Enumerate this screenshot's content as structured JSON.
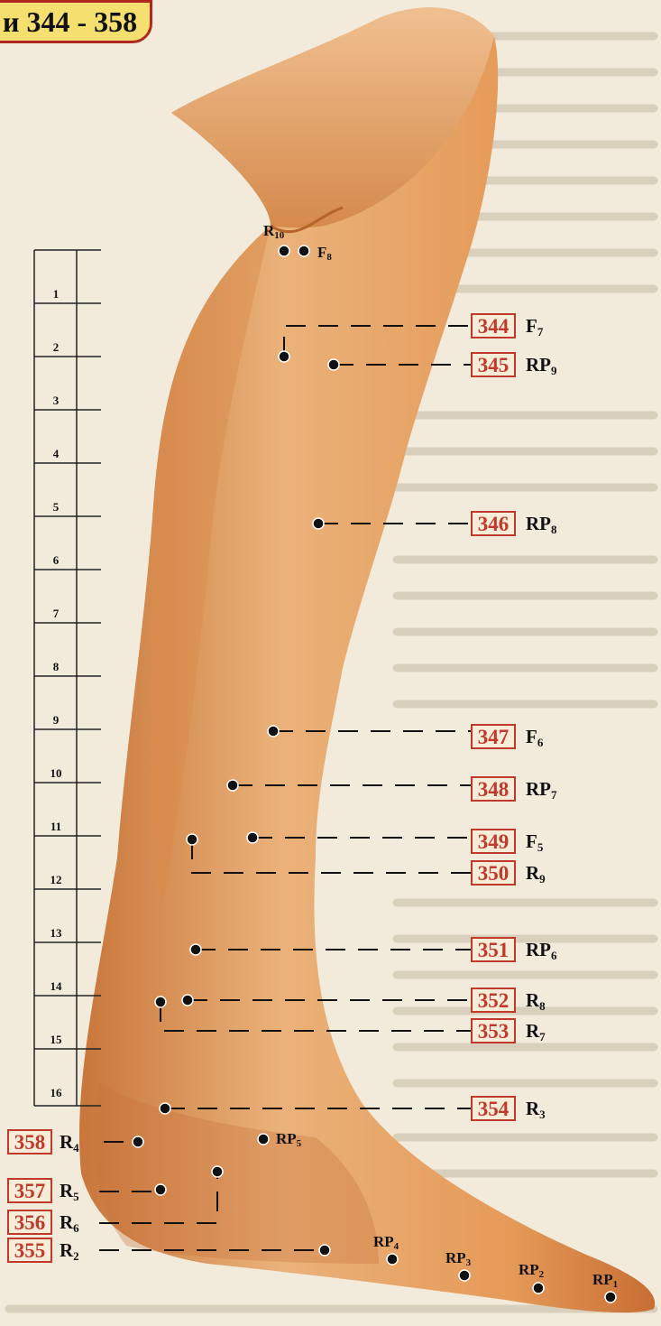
{
  "header": {
    "title": "и 344 - 358"
  },
  "scale": {
    "labels": [
      "1",
      "2",
      "3",
      "4",
      "5",
      "6",
      "7",
      "8",
      "9",
      "10",
      "11",
      "12",
      "13",
      "14",
      "15",
      "16"
    ]
  },
  "colors": {
    "accent": "#c0392b",
    "skin": "#e8a060",
    "badge": "#f5df6e",
    "background": "#f2ebdc"
  },
  "right_points": [
    {
      "num": "344",
      "code": "F",
      "sub": "7"
    },
    {
      "num": "345",
      "code": "RP",
      "sub": "9"
    },
    {
      "num": "346",
      "code": "RP",
      "sub": "8"
    },
    {
      "num": "347",
      "code": "F",
      "sub": "6"
    },
    {
      "num": "348",
      "code": "RP",
      "sub": "7"
    },
    {
      "num": "349",
      "code": "F",
      "sub": "5"
    },
    {
      "num": "350",
      "code": "R",
      "sub": "9"
    },
    {
      "num": "351",
      "code": "RP",
      "sub": "6"
    },
    {
      "num": "352",
      "code": "R",
      "sub": "8"
    },
    {
      "num": "353",
      "code": "R",
      "sub": "7"
    },
    {
      "num": "354",
      "code": "R",
      "sub": "3"
    }
  ],
  "left_points": [
    {
      "num": "358",
      "code": "R",
      "sub": "4"
    },
    {
      "num": "357",
      "code": "R",
      "sub": "5"
    },
    {
      "num": "356",
      "code": "R",
      "sub": "6"
    },
    {
      "num": "355",
      "code": "R",
      "sub": "2"
    }
  ],
  "plain_labels": [
    {
      "code": "R",
      "sub": "10"
    },
    {
      "code": "F",
      "sub": "8"
    },
    {
      "code": "RP",
      "sub": "5"
    },
    {
      "code": "RP",
      "sub": "4"
    },
    {
      "code": "RP",
      "sub": "3"
    },
    {
      "code": "RP",
      "sub": "2"
    },
    {
      "code": "RP",
      "sub": "1"
    }
  ]
}
